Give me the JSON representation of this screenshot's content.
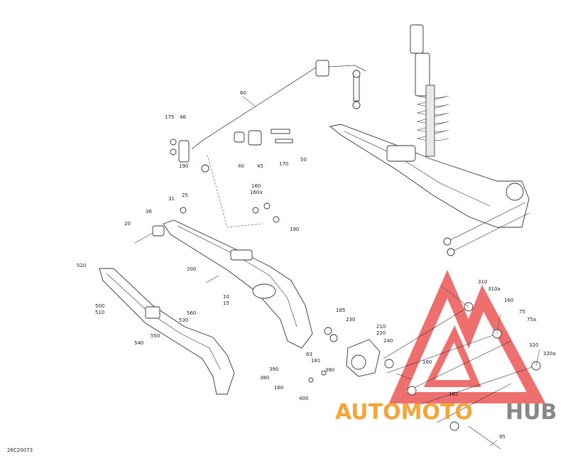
{
  "figure_code": "26C20073",
  "watermark": {
    "text_a": "AUTOMOTO",
    "text_b": "HUB",
    "color_a": "#f4a63a",
    "color_b": "#888888",
    "logo_color": "#e8413f"
  },
  "callouts": {
    "c10": "10",
    "c15": "15",
    "c20": "20",
    "c25": "25",
    "c31": "31",
    "c36": "36",
    "c40": "40",
    "c45": "45",
    "c46": "46",
    "c50": "50",
    "c60": "60",
    "c75": "75",
    "c75a": "75a",
    "c83": "83",
    "c95": "95",
    "c160a": "160",
    "c160": "160",
    "c160b": "160a",
    "c160c": "160",
    "c170": "170",
    "c175": "175",
    "c181": "181",
    "c182": "182",
    "c185": "185",
    "c190a": "190",
    "c190b": "190",
    "c200": "200",
    "c210": "210",
    "c220": "220",
    "c230": "230",
    "c240": "240",
    "c310": "310",
    "c310a": "310a",
    "c320": "320",
    "c320a": "320a",
    "c380a": "380",
    "c380b": "380",
    "c390": "390",
    "c400": "400",
    "c500": "500",
    "c510": "510",
    "c520": "520",
    "c530": "530",
    "c540": "540",
    "c550": "550",
    "c560": "560"
  }
}
